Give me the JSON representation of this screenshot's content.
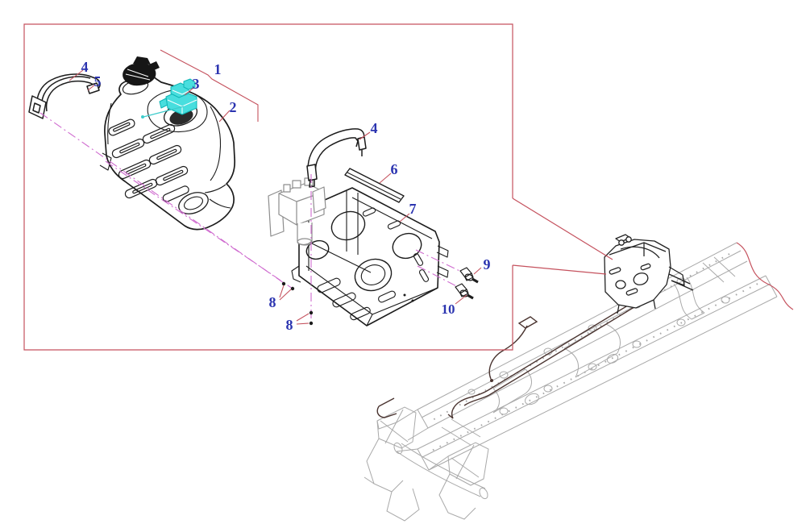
{
  "diagram": {
    "type": "exploded-parts-diagram",
    "subject": "Urea (AdBlue) tank, mounting bracket and fasteners with truck-chassis location view",
    "colors": {
      "background": "#ffffff",
      "callout_text": "#2b34b0",
      "detail_box_and_leaders": "#c5525e",
      "assembly_centerlines": "#cf6bcf",
      "highlighted_part": "#48dede",
      "part_outline": "#1c1c1c",
      "chassis_outline": "#a9a9a9"
    },
    "highlighted_callout": "3",
    "callouts": [
      {
        "label": "4",
        "part": "front-clamp-strap"
      },
      {
        "label": "5",
        "part": "clamp-strap-end"
      },
      {
        "label": "1",
        "part": "tank-assembly-group"
      },
      {
        "label": "3",
        "part": "sensor-pump-unit-highlighted"
      },
      {
        "label": "2",
        "part": "urea-tank-body"
      },
      {
        "label": "4",
        "part": "rear-clamp-strap"
      },
      {
        "label": "6",
        "part": "rubber-pad-strip"
      },
      {
        "label": "7",
        "part": "mounting-bracket"
      },
      {
        "label": "8",
        "part": "upper-fixing-points"
      },
      {
        "label": "8",
        "part": "lower-fixing-points"
      },
      {
        "label": "9",
        "part": "upper-mounting-bolt"
      },
      {
        "label": "10",
        "part": "lower-mounting-bolt"
      }
    ]
  }
}
